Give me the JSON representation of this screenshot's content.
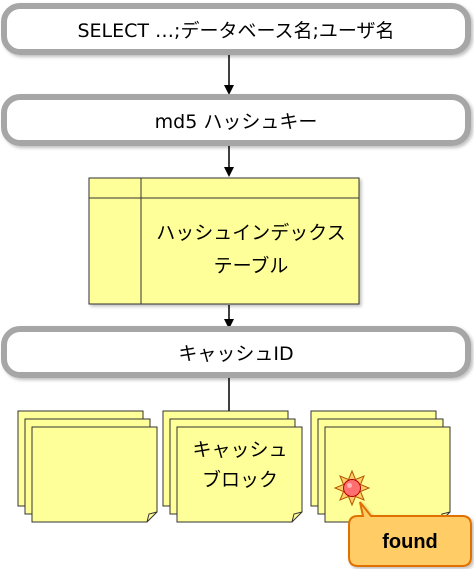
{
  "diagram": {
    "steps": {
      "query": "SELECT …;データベース名;ユーザ名",
      "hash": "md5 ハッシュキー",
      "index_line1": "ハッシュインデックス",
      "index_line2": "テーブル",
      "cache_id": "キャッシュID",
      "block_line1": "キャッシュ",
      "block_line2": "ブロック"
    },
    "callout": {
      "label": "found"
    },
    "icons": {
      "match_marker": "sun-burst-icon"
    },
    "colors": {
      "box_stroke": "#a6a6a6",
      "box_fill": "#ffffff",
      "note_fill": "#ffff99",
      "note_stroke": "#333333",
      "callout_fill": "#ffcc66",
      "callout_stroke": "#e07000",
      "marker_fill": "#ff6f6f"
    }
  }
}
